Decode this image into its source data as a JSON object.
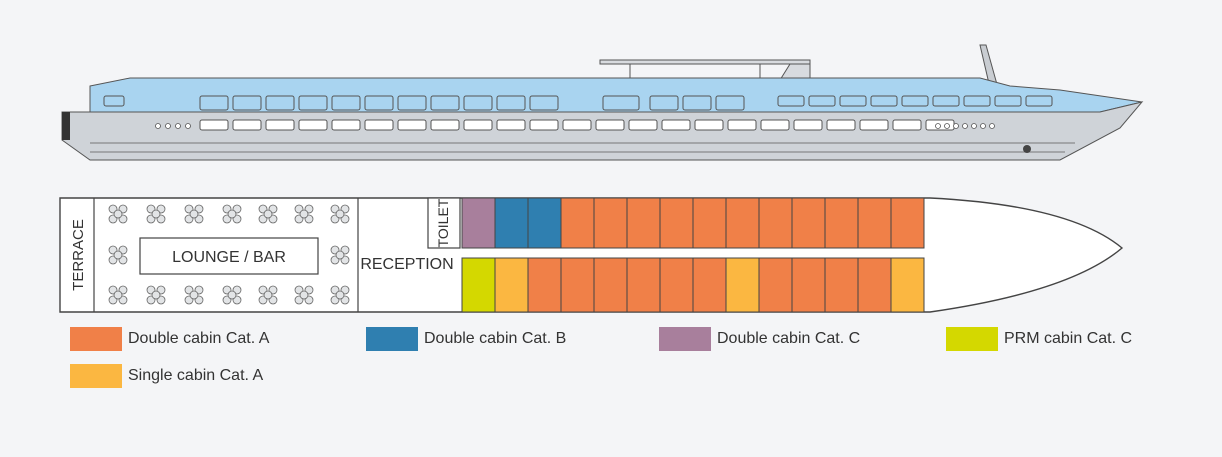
{
  "labels": {
    "terrace": "TERRACE",
    "lounge": "LOUNGE / BAR",
    "reception": "RECEPTION",
    "toilet": "TOILET"
  },
  "colors": {
    "cat_a_double": "#f08048",
    "cat_b_double": "#2f7fb0",
    "cat_c_double": "#a87f9c",
    "prm_c": "#d4d800",
    "cat_a_single": "#fbb741",
    "window_blue": "#a9d4f0",
    "hull_grey": "#cfd3d8"
  },
  "cabins": {
    "top_row": [
      "cat_c_double",
      "cat_b_double",
      "cat_b_double",
      "cat_a_double",
      "cat_a_double",
      "cat_a_double",
      "cat_a_double",
      "cat_a_double",
      "cat_a_double",
      "cat_a_double",
      "cat_a_double",
      "cat_a_double",
      "cat_a_double",
      "cat_a_double"
    ],
    "bottom_row": [
      "prm_c",
      "cat_a_single",
      "cat_a_double",
      "cat_a_double",
      "cat_a_double",
      "cat_a_double",
      "cat_a_double",
      "cat_a_double",
      "cat_a_single",
      "cat_a_double",
      "cat_a_double",
      "cat_a_double",
      "cat_a_double",
      "cat_a_single"
    ]
  },
  "legend": [
    {
      "key": "cat_a_double",
      "label": "Double cabin Cat. A"
    },
    {
      "key": "cat_b_double",
      "label": "Double cabin Cat. B"
    },
    {
      "key": "cat_c_double",
      "label": "Double cabin Cat. C"
    },
    {
      "key": "prm_c",
      "label": "PRM cabin Cat. C"
    },
    {
      "key": "cat_a_single",
      "label": "Single cabin Cat. A"
    }
  ]
}
